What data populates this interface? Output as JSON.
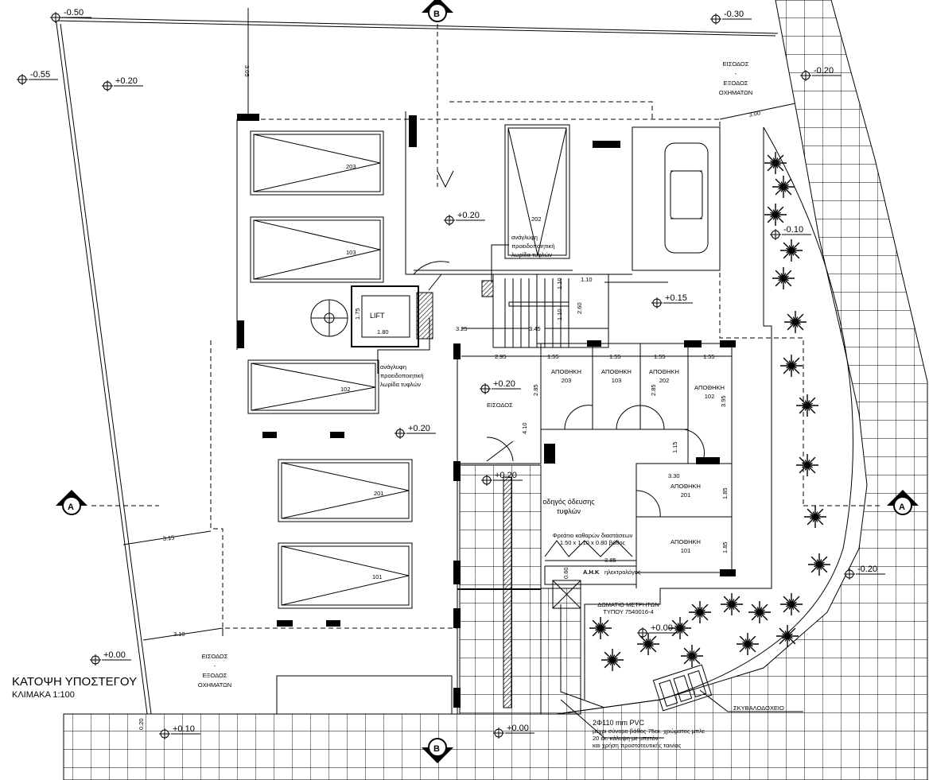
{
  "title": {
    "main": "ΚΑΤΟΨΗ  ΥΠΟΣΤΕΓΟΥ",
    "scale": "ΚΛΙΜΑΚΑ   1:100"
  },
  "sections": {
    "b": "B",
    "a": "A"
  },
  "levels": [
    "-0.50",
    "-0.30",
    "-0.55",
    "+0.20",
    "-0.20",
    "+0.20",
    "-0.10",
    "+0.15",
    "+0.20",
    "+0.20",
    "+0.20",
    "-0.20",
    "+0.00",
    "+0.00",
    "+0.10",
    "+0.00"
  ],
  "vehicle_entrance": [
    "ΕΙΣΟΔΟΣ",
    "-",
    "ΕΞΟΔΟΣ",
    "ΟΧΗΜΑΤΩΝ"
  ],
  "parking": [
    "203",
    "103",
    "102",
    "201",
    "101",
    "202"
  ],
  "lift": {
    "label": "LIFT",
    "dim_w": "1.80",
    "dim_h": "1.75"
  },
  "tactile_warning": [
    "ανάγλυφη",
    "προειδοποιητική",
    "λωρίδα τυφλών"
  ],
  "storage": {
    "label": "ΑΠΟΘΗΚΗ",
    "numbers": [
      "203",
      "103",
      "202",
      "102",
      "201",
      "101"
    ]
  },
  "entrance_label": "ΕΙΣΟΔΟΣ",
  "blind_guide": [
    "οδηγός όδευσης",
    "τυφλών"
  ],
  "manhole": [
    "Φρεάτιο καθαρών διαστάσεων",
    "1.50 x 1.10 x 0.80 βάθος"
  ],
  "ahk": {
    "label": "Α.Η.Κ",
    "electrician": "ηλεκτρολόγος",
    "dim": "0.60"
  },
  "meter_room": [
    "ΔΩΜΑΤΙΟ ΜΕΤΡΗΤΩΝ",
    "ΤΥΠΟΥ 7540016-4"
  ],
  "refuse": "ΣΚΥΒΑΛΟΔΟΧΕΙΟ",
  "pipe_note": [
    "2Φ110 mm PVC",
    "μέχρι σύνορο βάθος 75εκ.  χρώματος μπλε",
    "20 εκ. κάλυψη με μπετόν",
    "και χρήση προστατευτικής ταινίας"
  ],
  "dims": [
    "3.05",
    "3.00",
    "3.25",
    "3.45",
    "1.10",
    "2.60",
    "1.10",
    "1.10",
    "2.95",
    "1.55",
    "1.55",
    "1.55",
    "1.55",
    "2.85",
    "2.85",
    "4.10",
    "3.95",
    "1.15",
    "3.30",
    "1.85",
    "1.85",
    "3.15",
    "3.10",
    "3.85",
    "0.20"
  ]
}
